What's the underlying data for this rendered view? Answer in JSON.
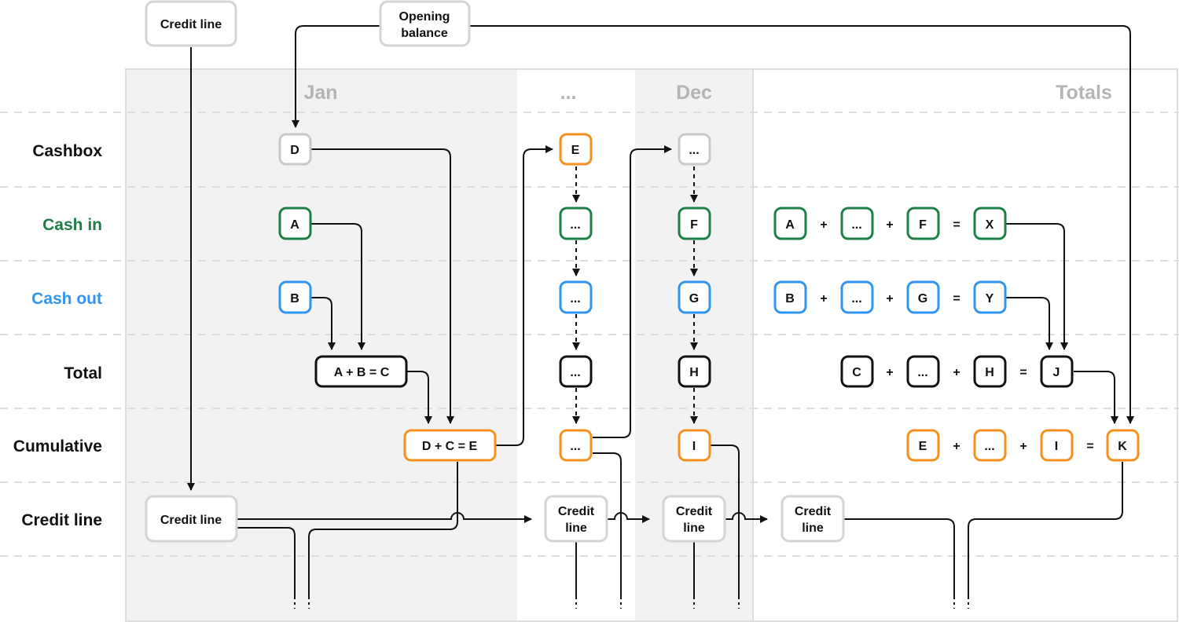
{
  "colors": {
    "cashbox": "#c9c9c9",
    "cash_in": "#1e7e45",
    "cash_out": "#2f95f0",
    "total": "#111111",
    "cumulative": "#f5901e",
    "credit": "#d4d4d4",
    "row_label_default": "#111111"
  },
  "inputs": {
    "credit_line": "Credit line",
    "opening_balance_line1": "Opening",
    "opening_balance_line2": "balance"
  },
  "columns": {
    "jan": "Jan",
    "ellipsis": "...",
    "dec": "Dec",
    "totals": "Totals"
  },
  "rows": {
    "cashbox": "Cashbox",
    "cash_in": "Cash in",
    "cash_out": "Cash out",
    "total": "Total",
    "cumulative": "Cumulative",
    "credit_line": "Credit line"
  },
  "jan": {
    "cashbox": "D",
    "cash_in": "A",
    "cash_out": "B",
    "total": "A + B = C",
    "cumulative": "D + C = E",
    "credit_line": "Credit line"
  },
  "mid": {
    "cashbox": "E",
    "cash_in": "...",
    "cash_out": "...",
    "total": "...",
    "cumulative": "...",
    "credit_line1": "Credit",
    "credit_line2": "line"
  },
  "dec": {
    "cashbox": "...",
    "cash_in": "F",
    "cash_out": "G",
    "total": "H",
    "cumulative": "I",
    "credit_line1": "Credit",
    "credit_line2": "line"
  },
  "totals": {
    "cash_in": [
      "A",
      "...",
      "F",
      "X"
    ],
    "cash_out": [
      "B",
      "...",
      "G",
      "Y"
    ],
    "total": [
      "C",
      "...",
      "H",
      "J"
    ],
    "cumulative": [
      "E",
      "...",
      "I",
      "K"
    ],
    "credit_line1": "Credit",
    "credit_line2": "line",
    "plus": "+",
    "equals": "="
  }
}
